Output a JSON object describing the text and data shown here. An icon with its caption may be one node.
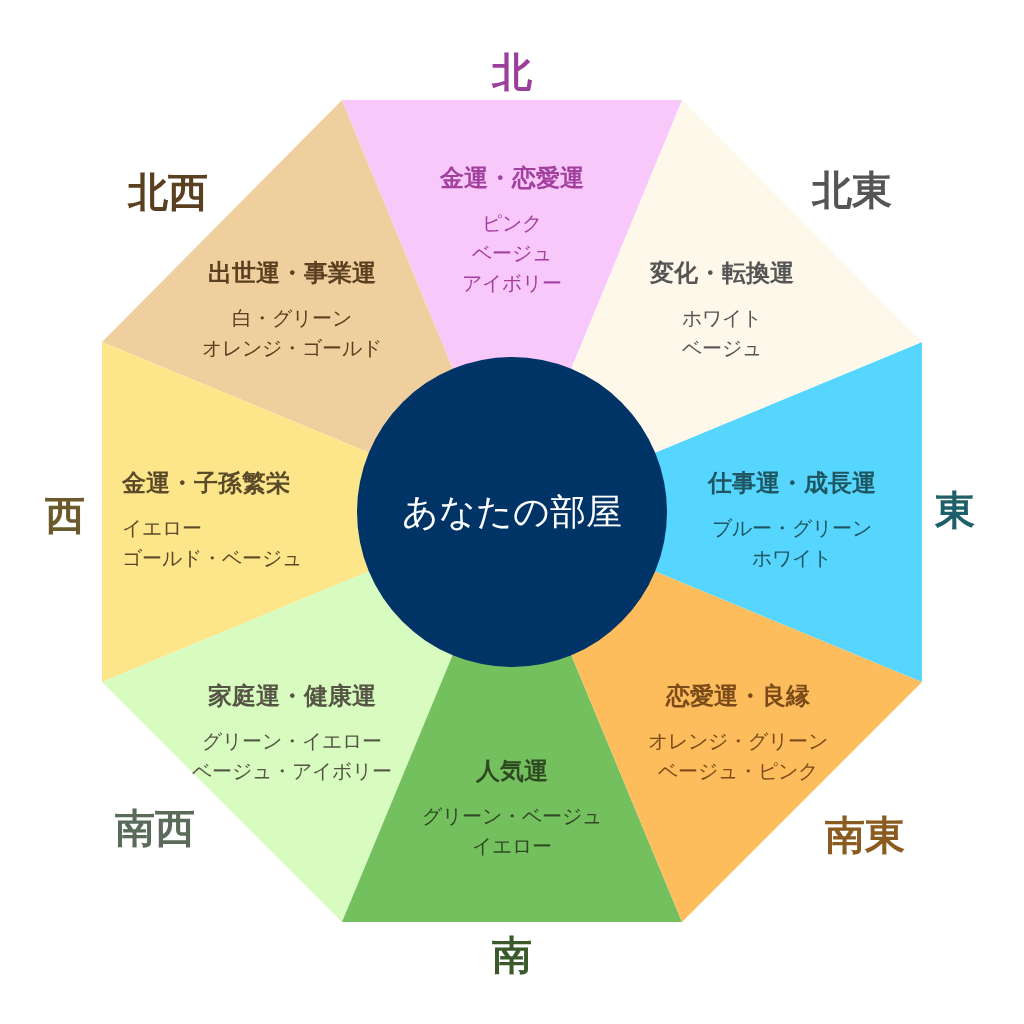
{
  "diagram": {
    "nodes": [
      {
        "text": [
          "あなたの部屋"
        ]
      },
      {
        "text": [
          "金運・恋愛運",
          "ピンク",
          "ベージュ",
          "アイボリー"
        ],
        "beside": [
          "北"
        ]
      },
      {
        "text": [
          "変化・転換運",
          "ホワイト",
          "ベージュ"
        ],
        "beside": [
          "北東"
        ]
      },
      {
        "text": [
          "仕事運・成長運",
          "ブルー・グリーン",
          "ホワイト"
        ],
        "beside": [
          "東"
        ]
      },
      {
        "text": [
          "恋愛運・良縁",
          "オレンジ・グリーン",
          "ベージュ・ピンク"
        ],
        "beside": [
          "南東"
        ]
      },
      {
        "text": [
          "人気運",
          "グリーン・ベージュ",
          "イエロー"
        ],
        "beside": [
          "南"
        ]
      },
      {
        "text": [
          "家庭運・健康運",
          "グリーン・イエロー",
          "ベージュ・アイボリー"
        ],
        "beside": [
          "南西"
        ]
      },
      {
        "text": [
          "金運・子孫繁栄",
          "イエロー",
          "ゴールド・ベージュ"
        ],
        "beside": [
          "西"
        ]
      },
      {
        "text": [
          "出世運・事業運",
          "白・グリーン",
          "オレンジ・ゴールド"
        ],
        "beside": [
          "北西"
        ]
      }
    ],
    "edges": []
  }
}
